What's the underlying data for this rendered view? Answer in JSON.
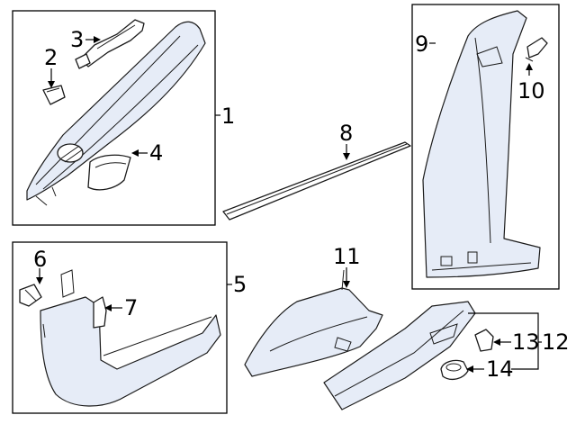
{
  "diagram": {
    "callouts": [
      {
        "id": "1",
        "text": "1"
      },
      {
        "id": "2",
        "text": "2"
      },
      {
        "id": "3",
        "text": "3"
      },
      {
        "id": "4",
        "text": "4"
      },
      {
        "id": "5",
        "text": "5"
      },
      {
        "id": "6",
        "text": "6"
      },
      {
        "id": "7",
        "text": "7"
      },
      {
        "id": "8",
        "text": "8"
      },
      {
        "id": "9",
        "text": "9"
      },
      {
        "id": "10",
        "text": "10"
      },
      {
        "id": "11",
        "text": "11"
      },
      {
        "id": "12",
        "text": "12"
      },
      {
        "id": "13",
        "text": "13"
      },
      {
        "id": "14",
        "text": "14"
      }
    ],
    "colors": {
      "line": "#1a1a1a",
      "part_tint": "#e6ecf7",
      "background": "#ffffff"
    }
  }
}
